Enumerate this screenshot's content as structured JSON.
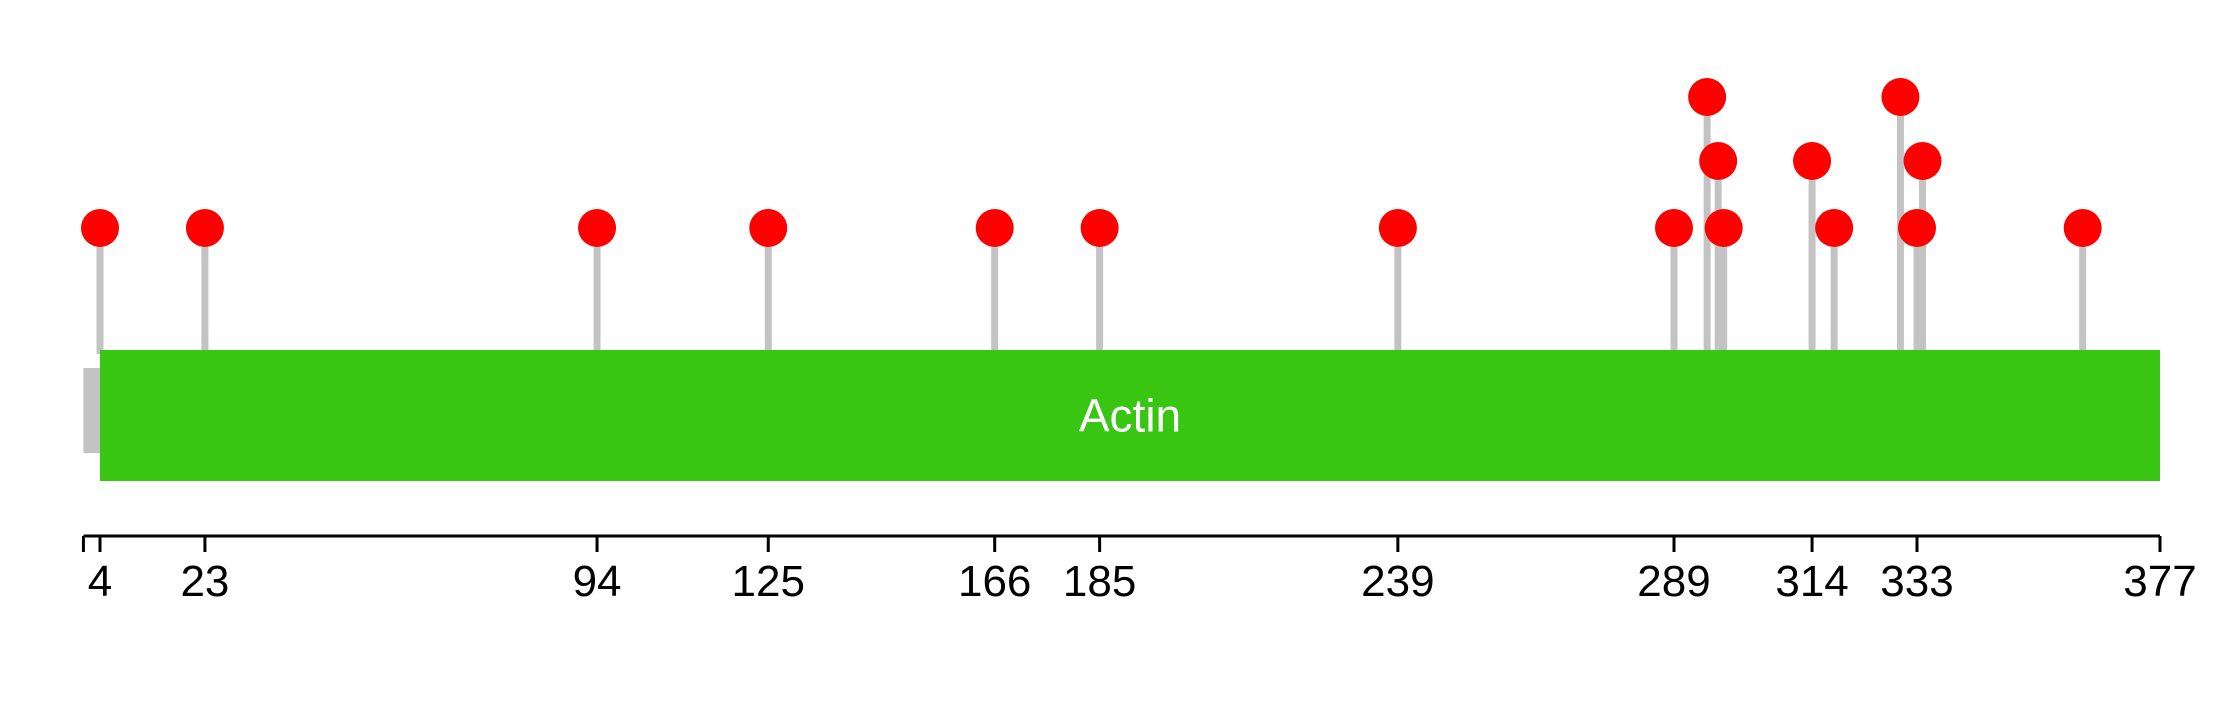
{
  "figure": {
    "background_color": "#ffffff"
  },
  "chart_data": {
    "type": "lollipop",
    "title": "",
    "protein": {
      "start": 1,
      "end": 377,
      "backbone_color": "#c3c3c3"
    },
    "domain": {
      "label": "Actin",
      "start": 4,
      "end": 377,
      "color": "#38c613",
      "label_color": "#ffffff"
    },
    "axis": {
      "ticks": [
        4,
        23,
        94,
        125,
        166,
        185,
        239,
        289,
        314,
        333,
        377
      ],
      "color": "#000000"
    },
    "mutations": [
      {
        "pos": 4,
        "level": 1
      },
      {
        "pos": 23,
        "level": 1
      },
      {
        "pos": 94,
        "level": 1
      },
      {
        "pos": 125,
        "level": 1
      },
      {
        "pos": 166,
        "level": 1
      },
      {
        "pos": 185,
        "level": 1
      },
      {
        "pos": 239,
        "level": 1
      },
      {
        "pos": 289,
        "level": 1
      },
      {
        "pos": 295,
        "level": 3
      },
      {
        "pos": 297,
        "level": 2
      },
      {
        "pos": 298,
        "level": 1
      },
      {
        "pos": 314,
        "level": 2
      },
      {
        "pos": 318,
        "level": 1
      },
      {
        "pos": 330,
        "level": 3
      },
      {
        "pos": 333,
        "level": 1
      },
      {
        "pos": 334,
        "level": 2
      },
      {
        "pos": 363,
        "level": 1
      }
    ],
    "marker": {
      "color": "#fe0000",
      "radius": 19
    },
    "stem": {
      "color": "#c3c3c3",
      "width": 7
    }
  }
}
